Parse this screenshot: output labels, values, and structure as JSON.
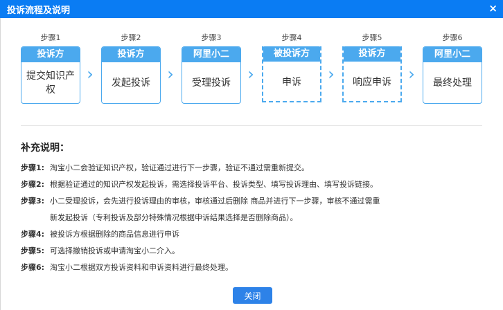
{
  "dialog": {
    "title": "投诉流程及说明",
    "close_icon": "×"
  },
  "steps": [
    {
      "label": "步骤1",
      "actor": "投诉方",
      "action": "提交知识产权",
      "style": "solid"
    },
    {
      "label": "步骤2",
      "actor": "投诉方",
      "action": "发起投诉",
      "style": "solid"
    },
    {
      "label": "步骤3",
      "actor": "阿里小二",
      "action": "受理投诉",
      "style": "solid"
    },
    {
      "label": "步骤4",
      "actor": "被投诉方",
      "action": "申诉",
      "style": "dashed"
    },
    {
      "label": "步骤5",
      "actor": "投诉方",
      "action": "响应申诉",
      "style": "dashed"
    },
    {
      "label": "步骤6",
      "actor": "阿里小二",
      "action": "最终处理",
      "style": "solid"
    }
  ],
  "arrow_glyph": "›",
  "notes": {
    "title": "补充说明：",
    "items": [
      {
        "key": "步骤1:",
        "text": "淘宝小二会验证知识产权，验证通过进行下一步骤，验证不通过需重新提交。"
      },
      {
        "key": "步骤2:",
        "text": "根据验证通过的知识产权发起投诉，需选择投诉平台、投诉类型、填写投诉理由、填写投诉链接。"
      },
      {
        "key": "步骤3:",
        "text": "小二受理投诉，会先进行投诉理由的审核，审核通过后删除 商品并进行下一步骤，审核不通过需重",
        "cont": "新发起投诉（专利投诉及部分特殊情况根据申诉结果选择是否删除商品）。"
      },
      {
        "key": "步骤4:",
        "text": "被投诉方根据删除的商品信息进行申诉"
      },
      {
        "key": "步骤5:",
        "text": "可选择撤销投诉或申请淘宝小二介入。"
      },
      {
        "key": "步骤6:",
        "text": "淘宝小二根据双方投诉资料和申诉资料进行最终处理。"
      }
    ]
  },
  "footer": {
    "close_label": "关闭"
  },
  "colors": {
    "titlebar": "#0a7cf3",
    "step_accent": "#4ba9ee",
    "button": "#2d82e8"
  }
}
